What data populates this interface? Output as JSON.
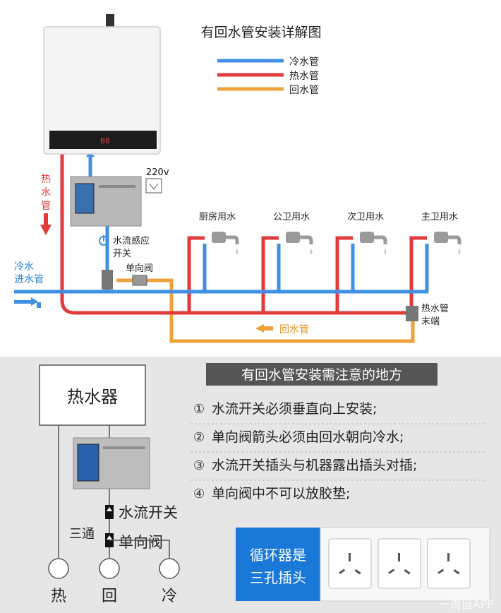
{
  "title": "有回水管安装详解图",
  "legend": {
    "cold": {
      "label": "冷水管",
      "color": "#3f8fe3"
    },
    "hot": {
      "label": "热水管",
      "color": "#e23b3b"
    },
    "return": {
      "label": "回水管",
      "color": "#f0a23a"
    }
  },
  "heater_display": "88",
  "labels": {
    "hot_vertical": [
      "热",
      "水",
      "管"
    ],
    "voltage": "220v",
    "flow_switch_line1": "水流感应",
    "flow_switch_line2": "开关",
    "cold_inlet_line1": "冷水",
    "cold_inlet_line2": "进水管",
    "check_valve": "单向阀",
    "hot_end_line1": "热水管",
    "hot_end_line2": "末端",
    "return_pipe": "回水管"
  },
  "taps": [
    {
      "label": "厨房用水"
    },
    {
      "label": "公卫用水"
    },
    {
      "label": "次卫用水"
    },
    {
      "label": "主卫用水"
    }
  ],
  "notes": {
    "header": "有回水管安装需注意的地方",
    "items": [
      {
        "num": "①",
        "text": "水流开关必须垂直向上安装;"
      },
      {
        "num": "②",
        "text": "单向阀箭头必须由回水朝向冷水;"
      },
      {
        "num": "③",
        "text": "水流开关插头与机器露出插头对插;"
      },
      {
        "num": "④",
        "text": "单向阀中不可以放胶垫;"
      }
    ]
  },
  "schematic": {
    "heater": "热水器",
    "flow_switch": "水流开关",
    "tee": "三通",
    "check_valve": "单向阀",
    "ports": [
      "热",
      "回",
      "冷"
    ]
  },
  "socket_panel": {
    "line1": "循环器是",
    "line2": "三孔插头"
  },
  "watermark": "一周值APP"
}
